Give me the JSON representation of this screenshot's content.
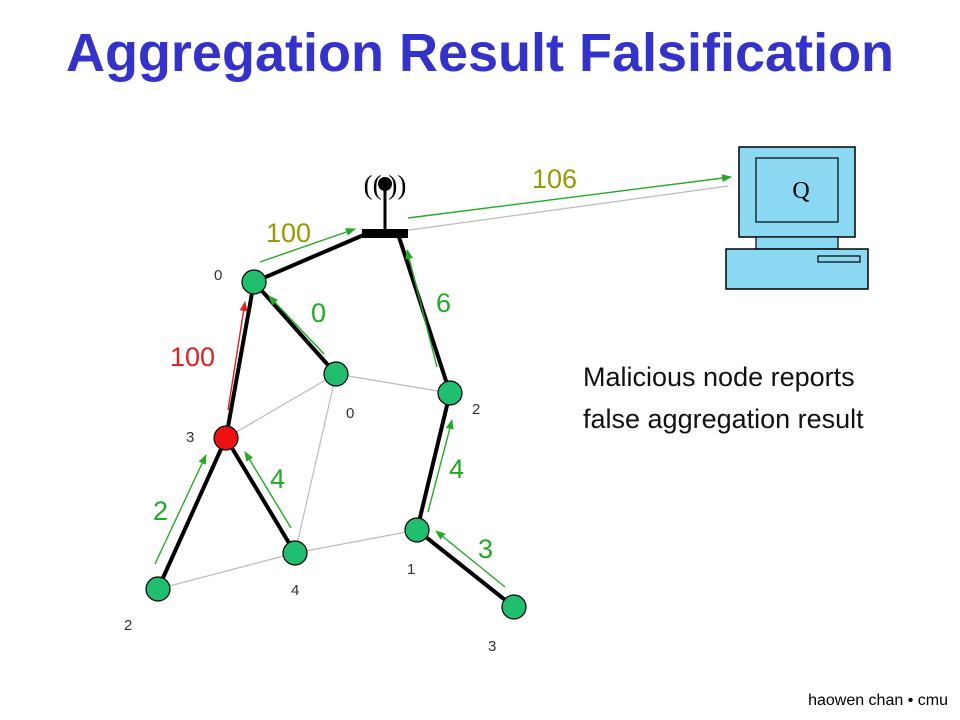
{
  "title": "Aggregation Result Falsification",
  "description": {
    "line1": "Malicious node reports",
    "line2": "false aggregation result"
  },
  "footer": {
    "name": "haowen chan",
    "separator": "•",
    "org": "cmu"
  },
  "base_station": {
    "antenna_label": "((  ))"
  },
  "querier": {
    "label": "Q"
  },
  "node_values": {
    "top_left": "0",
    "mid": "0",
    "malicious": "3",
    "right_mid": "2",
    "bottom_left": "2",
    "bottom_mid": "4",
    "right_low": "1",
    "bottom_right": "3"
  },
  "message_labels": {
    "to_querier": "106",
    "top_left_to_base": "100",
    "mid_to_top_left": "0",
    "right_mid_to_base": "6",
    "malicious_to_top_left": "100",
    "bottom_left_to_malicious": "2",
    "bottom_mid_to_malicious": "4",
    "right_low_to_right_mid": "4",
    "bottom_right_to_right_low": "3"
  },
  "colors": {
    "title": "#3333cc",
    "node": "#1fbf6f",
    "malicious_node": "#ee1111",
    "honest_arrow": "#22aa22",
    "malicious_arrow": "#dd2222",
    "aggregate_label": "#999900"
  }
}
